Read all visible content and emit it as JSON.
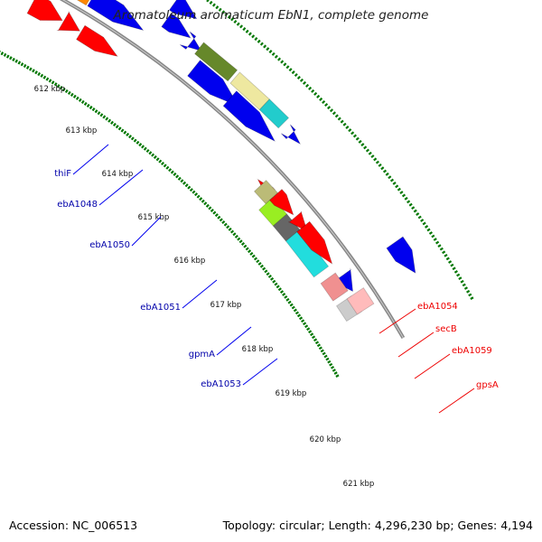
{
  "title": "Aromatoleum aromaticum EbN1, complete genome",
  "footer": {
    "accession": "Accession: NC_006513",
    "topology": "Topology: circular; Length: 4,296,230 bp; Genes: 4,194"
  },
  "colors": {
    "backbone": "#888888",
    "tick": "#007700",
    "gene_blue": "#0000ee",
    "gene_red": "#ff0000",
    "label_blue": "#0000aa",
    "label_red": "#ee0000"
  },
  "scale": {
    "ticks": [
      "612 kbp",
      "613 kbp",
      "614 kbp",
      "615 kbp",
      "616 kbp",
      "617 kbp",
      "618 kbp",
      "619 kbp",
      "620 kbp",
      "621 kbp"
    ]
  },
  "genes": [
    {
      "id": "thiF",
      "label": "thiF",
      "color": "#0000ee",
      "strand": "forward"
    },
    {
      "id": "ebA1048",
      "label": "ebA1048",
      "color": "#0000ee",
      "strand": "forward"
    },
    {
      "id": "ebA1050",
      "label": "ebA1050",
      "color": "#0000ee",
      "strand": "forward"
    },
    {
      "id": "ebA1051",
      "label": "ebA1051",
      "color": "#0000ee",
      "strand": "forward"
    },
    {
      "id": "gpmA",
      "label": "gpmA",
      "color": "#0000ee",
      "strand": "forward"
    },
    {
      "id": "ebA1053",
      "label": "ebA1053",
      "color": "#0000ee",
      "strand": "forward"
    },
    {
      "id": "ebA1054",
      "label": "ebA1054",
      "color": "#ee0000",
      "strand": "reverse"
    },
    {
      "id": "secB",
      "label": "secB",
      "color": "#ee0000",
      "strand": "reverse"
    },
    {
      "id": "ebA1059",
      "label": "ebA1059",
      "color": "#ee0000",
      "strand": "reverse"
    },
    {
      "id": "gpsA",
      "label": "gpsA",
      "color": "#ee0000",
      "strand": "reverse"
    }
  ]
}
